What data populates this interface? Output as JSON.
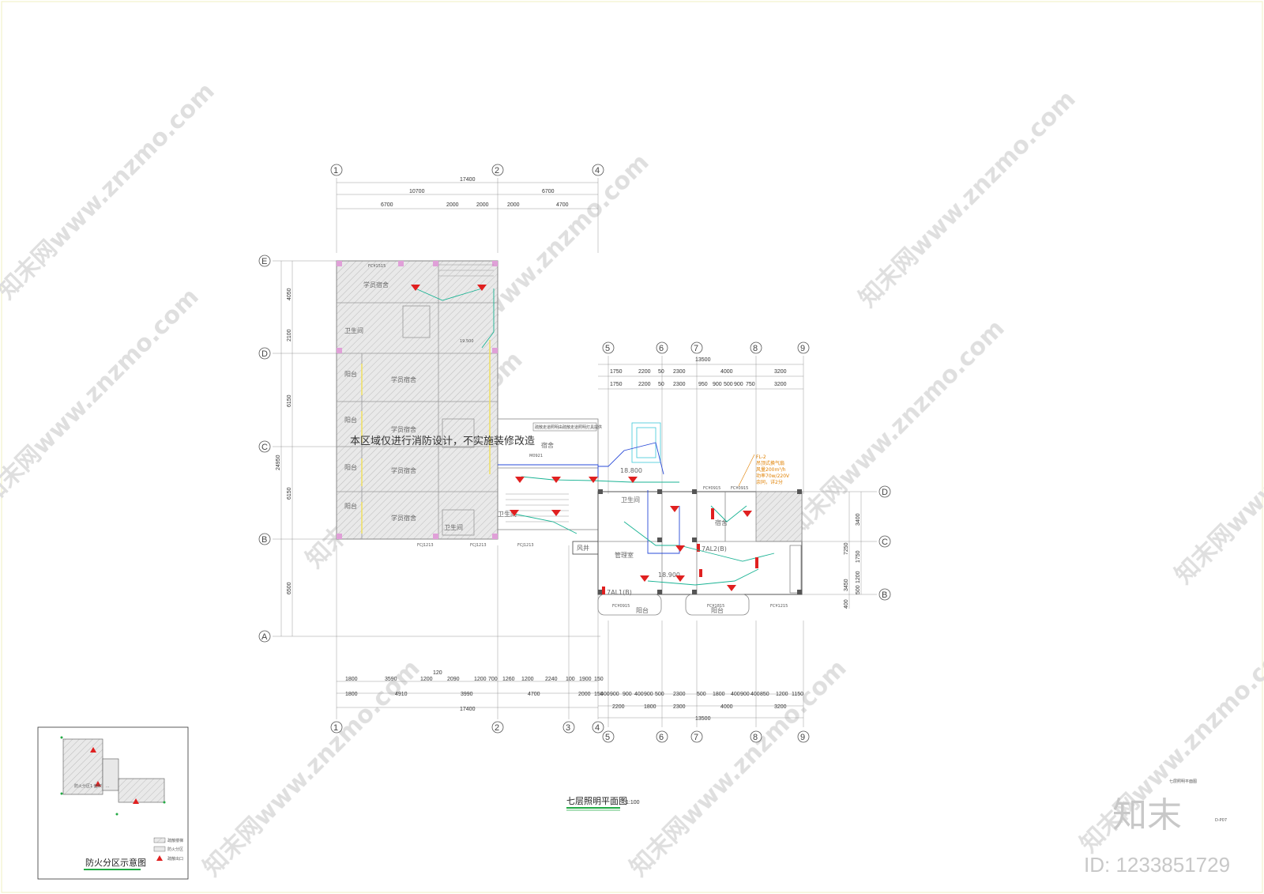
{
  "plan": {
    "title": "七层照明平面图",
    "scale": "1:100",
    "notice": "本区域仅进行消防设计，不实施装修改造",
    "sheet_label": "七层照明平面图",
    "sheet_code": "D-P07"
  },
  "axes_top_left": [
    "1",
    "2",
    "4"
  ],
  "axes_top_right": [
    "5",
    "6",
    "7",
    "8",
    "9"
  ],
  "axes_bottom_left": [
    "1",
    "2",
    "3",
    "4"
  ],
  "axes_bottom_right": [
    "5",
    "6",
    "7",
    "8",
    "9"
  ],
  "axes_rows": [
    "E",
    "D",
    "C",
    "B",
    "A"
  ],
  "axes_right_rows": [
    "D",
    "C",
    "B"
  ],
  "dims_top_left": {
    "total": "17400",
    "row1": [
      "10700",
      "6700"
    ],
    "row2": [
      "6700",
      "2000",
      "2000",
      "2000",
      "4700"
    ]
  },
  "dims_top_right": {
    "total": "13500",
    "row1": [
      "1750",
      "2200",
      "50",
      "2300",
      "4000",
      "3200"
    ],
    "row2": [
      "1750",
      "2200",
      "50",
      "2300",
      "950",
      "900",
      "500",
      "900",
      "750",
      "3200"
    ]
  },
  "dims_left": {
    "total": "24950",
    "parts": [
      "4050",
      "2100",
      "6150",
      "6150",
      "6500"
    ]
  },
  "dims_right": {
    "total": "7250",
    "parts": [
      "3400",
      "1750",
      "3450",
      "1200",
      "500",
      "400"
    ]
  },
  "dims_bottom_left": {
    "row1": [
      "1800",
      "3590",
      "120",
      "1200",
      "2090",
      "1200",
      "700",
      "1260",
      "1200",
      "2240",
      "100",
      "1900",
      "150"
    ],
    "row2": [
      "1800",
      "4910",
      "3990",
      "4700",
      "2000",
      "150"
    ],
    "total": "17400"
  },
  "dims_bottom_right": {
    "row1": [
      "400",
      "900",
      "900",
      "400",
      "900",
      "500",
      "2300",
      "500",
      "1800",
      "400",
      "900",
      "400",
      "850",
      "1200",
      "1150"
    ],
    "row2": [
      "2200",
      "1800",
      "2300",
      "4000",
      "3200"
    ],
    "total": "13500"
  },
  "rooms": [
    {
      "label": "学员宿舍"
    },
    {
      "label": "卫生间"
    },
    {
      "label": "阳台"
    },
    {
      "label": "学员宿舍"
    },
    {
      "label": "阳台"
    },
    {
      "label": "学员宿舍"
    },
    {
      "label": "阳台"
    },
    {
      "label": "学员宿舍"
    },
    {
      "label": "阳台"
    },
    {
      "label": "学员宿舍"
    },
    {
      "label": "卫生间"
    },
    {
      "label": "宿舍"
    },
    {
      "label": "卫生间"
    },
    {
      "label": "风井"
    },
    {
      "label": "管理室"
    },
    {
      "label": "卫生间"
    },
    {
      "label": "宿舍"
    },
    {
      "label": "阳台"
    },
    {
      "label": "阳台"
    }
  ],
  "tags": {
    "fc_top": "FC¥1515",
    "fc_bottom": [
      "FCJ1213",
      "FCJ1213",
      "FCJ1213"
    ],
    "fc_right": [
      "FC¥0915",
      "FC¥0915"
    ],
    "fc_lower": [
      "FC¥0915",
      "FC¥1815",
      "FC¥1215"
    ],
    "door": "M0921",
    "elev1": "19.500",
    "elev2": "18.800",
    "elev3": "18.900",
    "panel1": "7AL1(B)",
    "panel2": "7AL2(B)",
    "note_top": "疏散走道照明由疏散走道照明灯具提供"
  },
  "orange_note": [
    "FL-2",
    "吊顶式换气扇",
    "风量200m³/h",
    "功率70w/220V",
    "余同，详2分"
  ],
  "legend": {
    "title": "防火分区示意图",
    "items": [
      "疏散楼梯",
      "防火分区",
      "疏散出口"
    ],
    "zone_note": "防火分区1 面积：..."
  },
  "brand": {
    "name": "知末",
    "id": "ID: 1233851729"
  },
  "watermark": "知末网www.znzmo.com",
  "colors": {
    "hatch": "#cfcfcf",
    "wire_green": "#1ab394",
    "wire_blue": "#2a4bd8",
    "fixture_red": "#e02020",
    "column_pink": "#e0a0d8",
    "cyan": "#3cc8d8",
    "yellow": "#f0e060",
    "legend_green": "#22aa44"
  }
}
